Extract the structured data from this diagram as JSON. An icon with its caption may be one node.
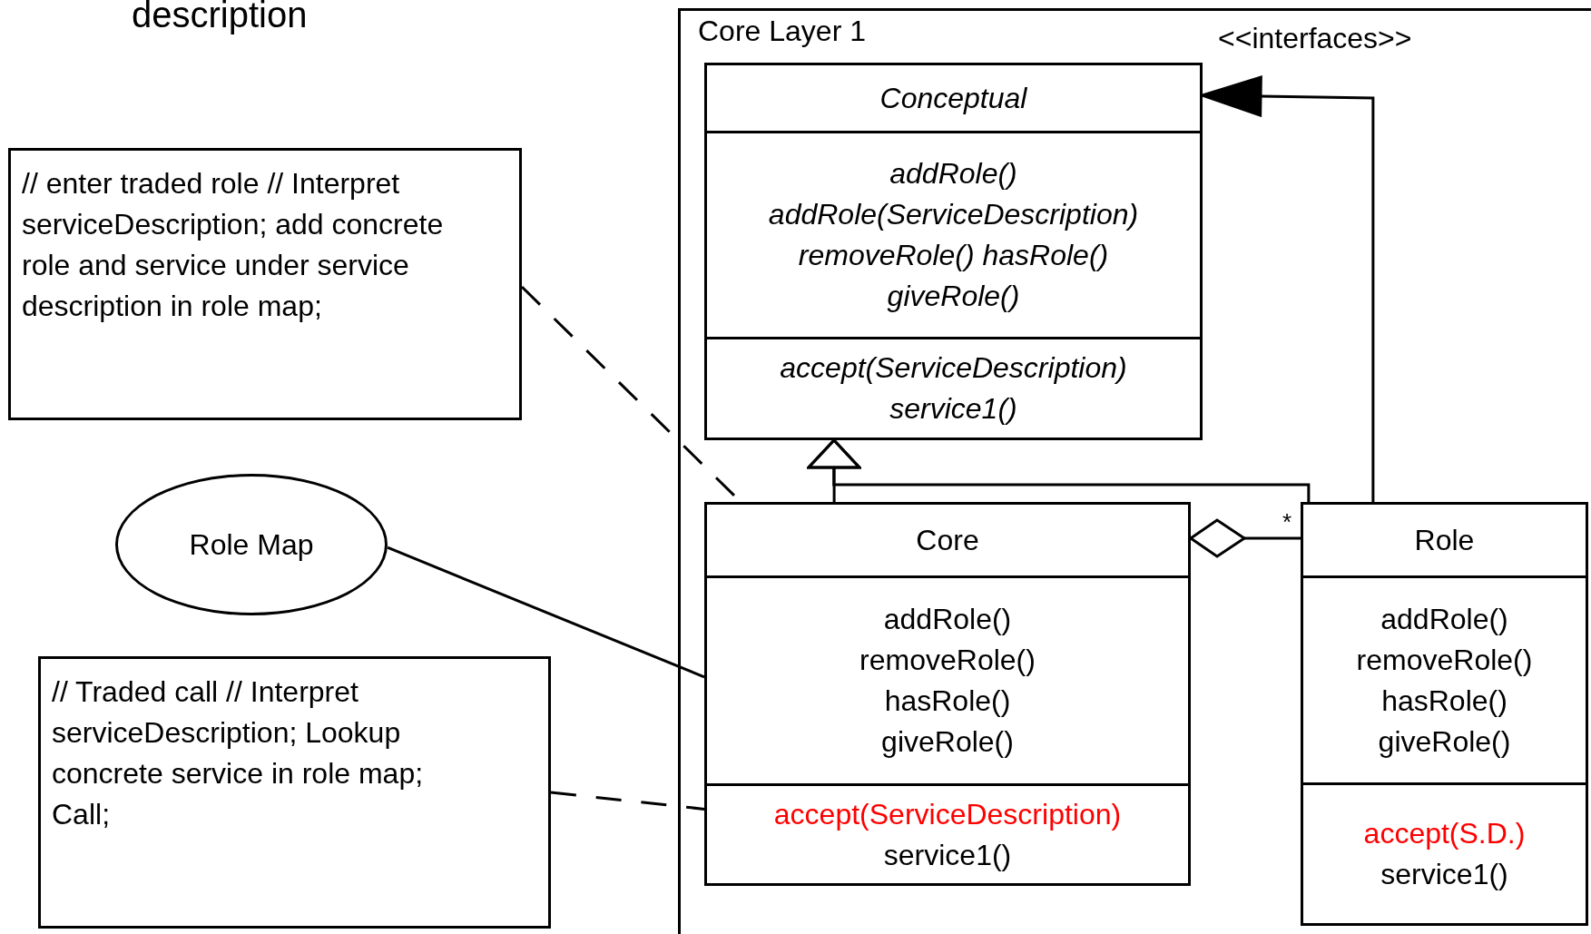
{
  "diagram": {
    "nodes": [
      {
        "text": [
          "Core Layer 1"
        ]
      },
      {
        "text": [
          "Conceptual",
          "addRole() addRole(ServiceDescription) removeRole() hasRole() giveRole()",
          "accept(ServiceDescription) service1()"
        ],
        "in": 0
      },
      {
        "text": [
          "Core",
          "addRole() removeRole() hasRole() giveRole()",
          "accept(ServiceDescription)",
          "service1()"
        ],
        "in": 0
      },
      {
        "text": [
          "Role",
          "addRole() removeRole() hasRole() giveRole()",
          "accept(S.D.)",
          "service1()"
        ],
        "in": 0
      },
      {
        "text": [
          "// enter traded role // Interpret serviceDescription; add concrete role and service under service description in role map;"
        ]
      },
      {
        "text": [
          "Role Map"
        ]
      },
      {
        "text": [
          "// Traded call // Interpret serviceDescription; Lookup concrete service in role map; Call;"
        ]
      }
    ],
    "edges": [
      {
        "from": 2,
        "to": 1,
        "arrow": "to"
      },
      {
        "from": 3,
        "to": 1,
        "arrow": "to"
      },
      {
        "from": 3,
        "to": 1,
        "arrow": "to"
      },
      {
        "from": 2,
        "to": 3,
        "arrow": "other",
        "label": "*"
      },
      {
        "from": 4,
        "to": 2,
        "arrow": "none",
        "style": "dashed"
      },
      {
        "from": 5,
        "to": 2,
        "arrow": "none"
      },
      {
        "from": 6,
        "to": 2,
        "arrow": "none",
        "style": "dashed"
      }
    ],
    "labels": [
      "description",
      "<<interfaces>>"
    ]
  }
}
